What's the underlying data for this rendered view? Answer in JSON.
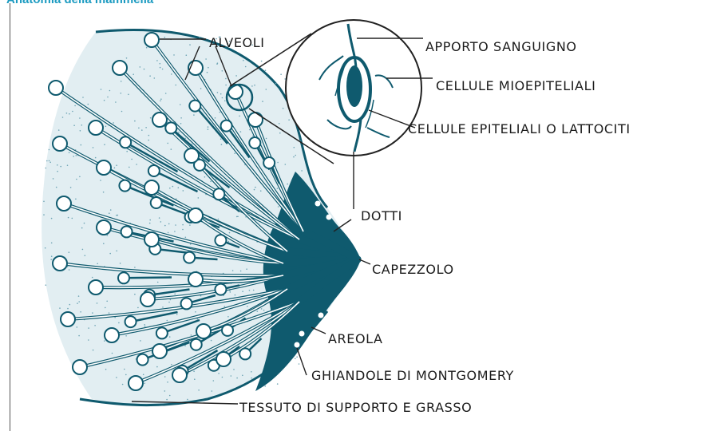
{
  "title": "Anatomia della mammella",
  "labels": {
    "alveoli": "ALVEOLI",
    "blood_supply": "APPORTO SANGUIGNO",
    "myoepithelial": "CELLULE MIOEPITELIALI",
    "epithelial": "CELLULE EPITELIALI O LATTOCITI",
    "ducts": "DOTTI",
    "nipple": "CAPEZZOLO",
    "areola": "AREOLA",
    "montgomery": "GHIANDOLE DI MONTGOMERY",
    "tissue": "TESSUTO DI SUPPORTO E GRASSO"
  },
  "colors": {
    "teal": "#0f5a6e",
    "teal_light": "#e2eef2",
    "speckle": "#6fa4b4",
    "title": "#1c9bc1",
    "text": "#1b1b1b",
    "leader": "#222222"
  }
}
